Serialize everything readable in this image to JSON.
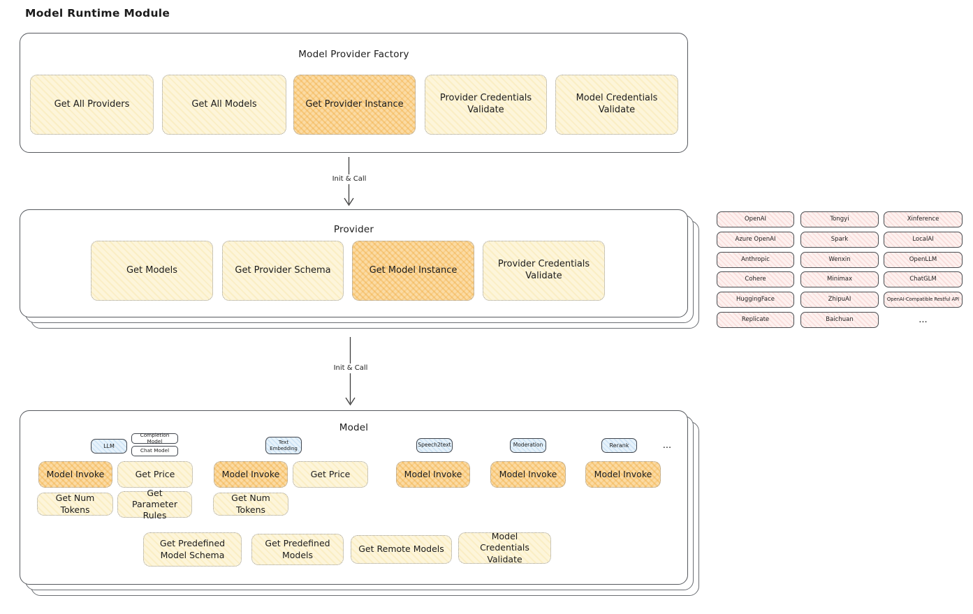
{
  "title": "Model Runtime Module",
  "colors": {
    "yellow_fill": "#FDF5DA",
    "orange_fill": "#FBDBA4",
    "pink_fill": "#FDF1EF",
    "blue_fill": "#E6F2FB",
    "border": "#55585D",
    "text": "#1B1B1B"
  },
  "factory": {
    "title": "Model Provider Factory",
    "buttons": [
      {
        "label": "Get All Providers"
      },
      {
        "label": "Get All Models"
      },
      {
        "label": "Get Provider Instance"
      },
      {
        "label": "Provider Credentials Validate"
      },
      {
        "label": "Model Credentials Validate"
      }
    ]
  },
  "arrow1": {
    "label": "Init & Call"
  },
  "arrow2": {
    "label": "Init & Call"
  },
  "provider": {
    "title": "Provider",
    "buttons": [
      {
        "label": "Get Models"
      },
      {
        "label": "Get Provider Schema"
      },
      {
        "label": "Get Model Instance"
      },
      {
        "label": "Provider Credentials Validate"
      }
    ]
  },
  "providers_list": {
    "items": [
      "OpenAI",
      "Tongyi",
      "Xinference",
      "Azure OpenAI",
      "Spark",
      "LocalAI",
      "Anthropic",
      "Wenxin",
      "OpenLLM",
      "Cohere",
      "Minimax",
      "ChatGLM",
      "HuggingFace",
      "ZhipuAI",
      "OpenAI-Compatible Restful API",
      "Replicate",
      "Baichuan"
    ],
    "more": "..."
  },
  "model": {
    "title": "Model",
    "type_tabs": [
      "LLM",
      "Text Embedding",
      "Speech2text",
      "Moderation",
      "Rerank"
    ],
    "llm_subtypes": [
      "Completion Model",
      "Chat Model"
    ],
    "more": "...",
    "op_row1": [
      "Model Invoke",
      "Get Price",
      "Model Invoke",
      "Get Price",
      "Model Invoke",
      "Model Invoke",
      "Model Invoke"
    ],
    "op_row2": [
      "Get Num Tokens",
      "Get Parameter Rules",
      "Get Num Tokens"
    ],
    "op_row3": [
      "Get Predefined Model Schema",
      "Get Predefined Models",
      "Get Remote Models",
      "Model Credentials Validate"
    ]
  }
}
